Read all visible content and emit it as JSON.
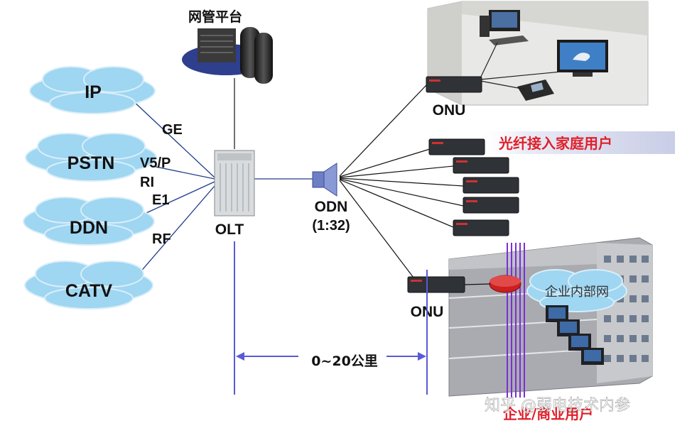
{
  "diagram": {
    "nms_label": "网管平台",
    "services": [
      "IP",
      "PSTN",
      "DDN",
      "CATV"
    ],
    "interfaces": [
      "GE",
      "V5/P",
      "RI",
      "E1",
      "RF"
    ],
    "olt_label": "OLT",
    "odn_label": "ODN",
    "odn_ratio": "(1:32)",
    "onu_top_label": "ONU",
    "onu_bottom_label": "ONU",
    "home_banner": "光纤接入家庭用户",
    "enterprise_net_label": "企业内部网",
    "enterprise_banner": "企业/商业用户",
    "distance_label": "0~20公里",
    "watermark": "知乎 @弱电技术内参"
  },
  "colors": {
    "cloud": "#9fd6f2",
    "service_text": "#6b6b1e",
    "banner_text": "#e0202a",
    "link_blue": "#1f3d8a",
    "distance_line": "#5a5ad8"
  }
}
